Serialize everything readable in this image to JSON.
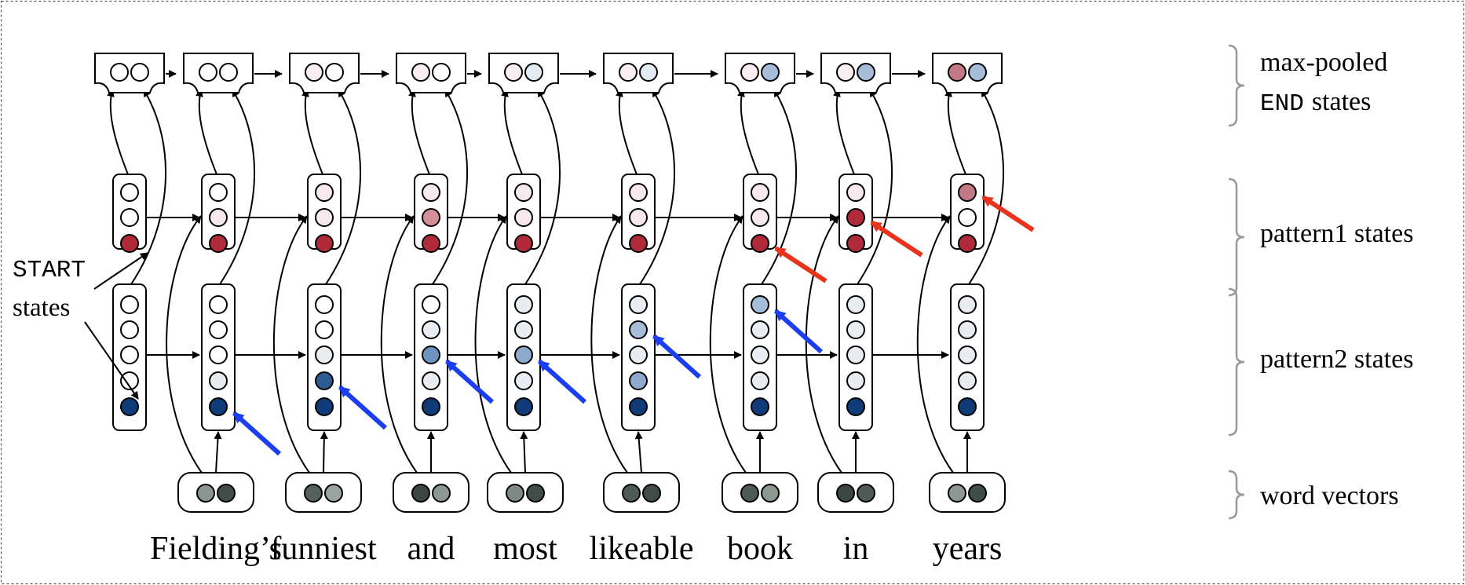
{
  "labels": {
    "start_states": [
      "START",
      "states"
    ],
    "max_pooled": [
      "max-pooled",
      "END",
      "states"
    ],
    "pattern1": "pattern1 states",
    "pattern2": "pattern2 states",
    "word_vectors": "word vectors"
  },
  "words": [
    "Fielding’s",
    "funniest",
    "and",
    "most",
    "likeable",
    "book",
    "in",
    "years"
  ],
  "colors": {
    "pattern1_accent": "#e8341c",
    "pattern2_accent": "#1a3ef0",
    "word_vector_fill": "#3d4f48"
  },
  "columns": [
    {
      "end": [
        "#ffffff",
        "#ffffff"
      ],
      "p1": [
        "#ffffff",
        "#ffffff",
        "#b02a3a"
      ],
      "p2": [
        "#ffffff",
        "#ffffff",
        "#ffffff",
        "#ffffff",
        "#0f3b78"
      ],
      "p1_arrow": null,
      "p2_arrow": null
    },
    {
      "end": [
        "#ffffff",
        "#ffffff"
      ],
      "p1": [
        "#ffffff",
        "#f8e9ec",
        "#b02a3a"
      ],
      "p2": [
        "#ffffff",
        "#ffffff",
        "#ffffff",
        "#e9edf2",
        "#0f3b78"
      ],
      "p1_arrow": null,
      "p2_arrow": 4
    },
    {
      "end": [
        "#fbeef1",
        "#ffffff"
      ],
      "p1": [
        "#f8e9ec",
        "#f8e9ec",
        "#b02a3a"
      ],
      "p2": [
        "#ffffff",
        "#ffffff",
        "#e9edf2",
        "#2e5c92",
        "#0f3b78"
      ],
      "p1_arrow": null,
      "p2_arrow": 3
    },
    {
      "end": [
        "#fbeef1",
        "#ffffff"
      ],
      "p1": [
        "#f8e9ec",
        "#d49098",
        "#b02a3a"
      ],
      "p2": [
        "#ffffff",
        "#e9edf2",
        "#6f93bf",
        "#e9edf2",
        "#0f3b78"
      ],
      "p1_arrow": null,
      "p2_arrow": 2
    },
    {
      "end": [
        "#fbeef1",
        "#e2ebf3"
      ],
      "p1": [
        "#f8e9ec",
        "#f8e9ec",
        "#b02a3a"
      ],
      "p2": [
        "#e9edf2",
        "#e9edf2",
        "#8daacc",
        "#e9edf2",
        "#0f3b78"
      ],
      "p1_arrow": null,
      "p2_arrow": 2
    },
    {
      "end": [
        "#fbeef1",
        "#e2ebf3"
      ],
      "p1": [
        "#f8e9ec",
        "#f8e9ec",
        "#b02a3a"
      ],
      "p2": [
        "#e9edf2",
        "#a6bdd9",
        "#e9edf2",
        "#8daacc",
        "#0f3b78"
      ],
      "p1_arrow": null,
      "p2_arrow": 1
    },
    {
      "end": [
        "#fbeef1",
        "#a6bdd9"
      ],
      "p1": [
        "#f8e9ec",
        "#f8e9ec",
        "#b02a3a"
      ],
      "p2": [
        "#a6bdd9",
        "#e9edf2",
        "#e9edf2",
        "#e9edf2",
        "#0f3b78"
      ],
      "p1_arrow": 2,
      "p2_arrow": 0
    },
    {
      "end": [
        "#fbeef1",
        "#a6bdd9"
      ],
      "p1": [
        "#f8e9ec",
        "#b02a3a",
        "#b02a3a"
      ],
      "p2": [
        "#e9edf2",
        "#e9edf2",
        "#e9edf2",
        "#e9edf2",
        "#0f3b78"
      ],
      "p1_arrow": 1,
      "p2_arrow": null
    },
    {
      "end": [
        "#c47a86",
        "#a6bdd9"
      ],
      "p1": [
        "#c47a86",
        "#ffffff",
        "#b02a3a"
      ],
      "p2": [
        "#e9edf2",
        "#e9edf2",
        "#e9edf2",
        "#e9edf2",
        "#0f3b78"
      ],
      "p1_arrow": 0,
      "p2_arrow": null
    }
  ],
  "word_vectors": [
    [
      "#8a9690",
      "#3f4c47"
    ],
    [
      "#56615c",
      "#9aa5a0"
    ],
    [
      "#3a4742",
      "#8d9893"
    ],
    [
      "#7d8a84",
      "#3f4c47"
    ],
    [
      "#4d5a55",
      "#3f4c47"
    ],
    [
      "#4d5a55",
      "#8d9893"
    ],
    [
      "#3a4742",
      "#4d5a55"
    ],
    [
      "#8d9893",
      "#3f4c47"
    ]
  ]
}
